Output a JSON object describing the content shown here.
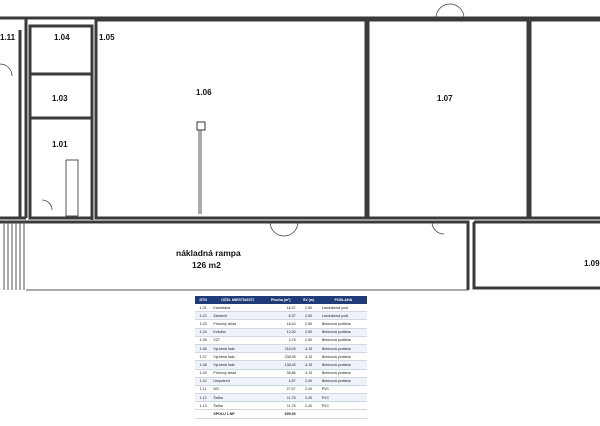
{
  "rooms": {
    "r111": "1.11",
    "r104": "1.04",
    "r105": "1.05",
    "r103": "1.03",
    "r101": "1.01",
    "r106": "1.06",
    "r107": "1.07",
    "r109": "1.09"
  },
  "ramp": {
    "title": "nákladná rampa",
    "area": "126 m2"
  },
  "table": {
    "headers": [
      "DTN",
      "ÚČEL MIESTNOSTI",
      "Plocha (m²)",
      "SV (m)",
      "PODLAHA"
    ],
    "rows": [
      [
        "1.01",
        "Kancelária",
        "18,47",
        "2,50",
        "Laminátová podl."
      ],
      [
        "1.02",
        "Zádverie",
        "6,37",
        "2,50",
        "Laminátová podl."
      ],
      [
        "1.03",
        "Príručný sklad",
        "18,44",
        "2,50",
        "Betónová podlaha"
      ],
      [
        "1.04",
        "Kotolňa",
        "12,00",
        "2,50",
        "Betónová podlaha"
      ],
      [
        "1.05",
        "VZT",
        "3,78",
        "2,50",
        "Betónová podlaha"
      ],
      [
        "1.06",
        "Výrobná hala",
        "216,05",
        "4,15",
        "Betónová podlaha"
      ],
      [
        "1.07",
        "Výrobná hala",
        "238,55",
        "4,15",
        "Betónová podlaha"
      ],
      [
        "1.08",
        "Výrobná hala",
        "138,45",
        "4,15",
        "Betónová podlaha"
      ],
      [
        "1.09",
        "Príručný sklad",
        "38,86",
        "4,15",
        "Betónová podlaha"
      ],
      [
        "1.10",
        "Umyváreň",
        "4,57",
        "2,40",
        "Betónová podlaha"
      ],
      [
        "1.11",
        "WC",
        "27,57",
        "2,40",
        "PVC"
      ],
      [
        "1.12",
        "Šatňa",
        "11,76",
        "2,40",
        "PVC"
      ],
      [
        "1.13",
        "Šatňa",
        "11,76",
        "2,40",
        "PVC"
      ]
    ],
    "total_label": "SPOLU 1.NP",
    "total_value": "699,93"
  }
}
